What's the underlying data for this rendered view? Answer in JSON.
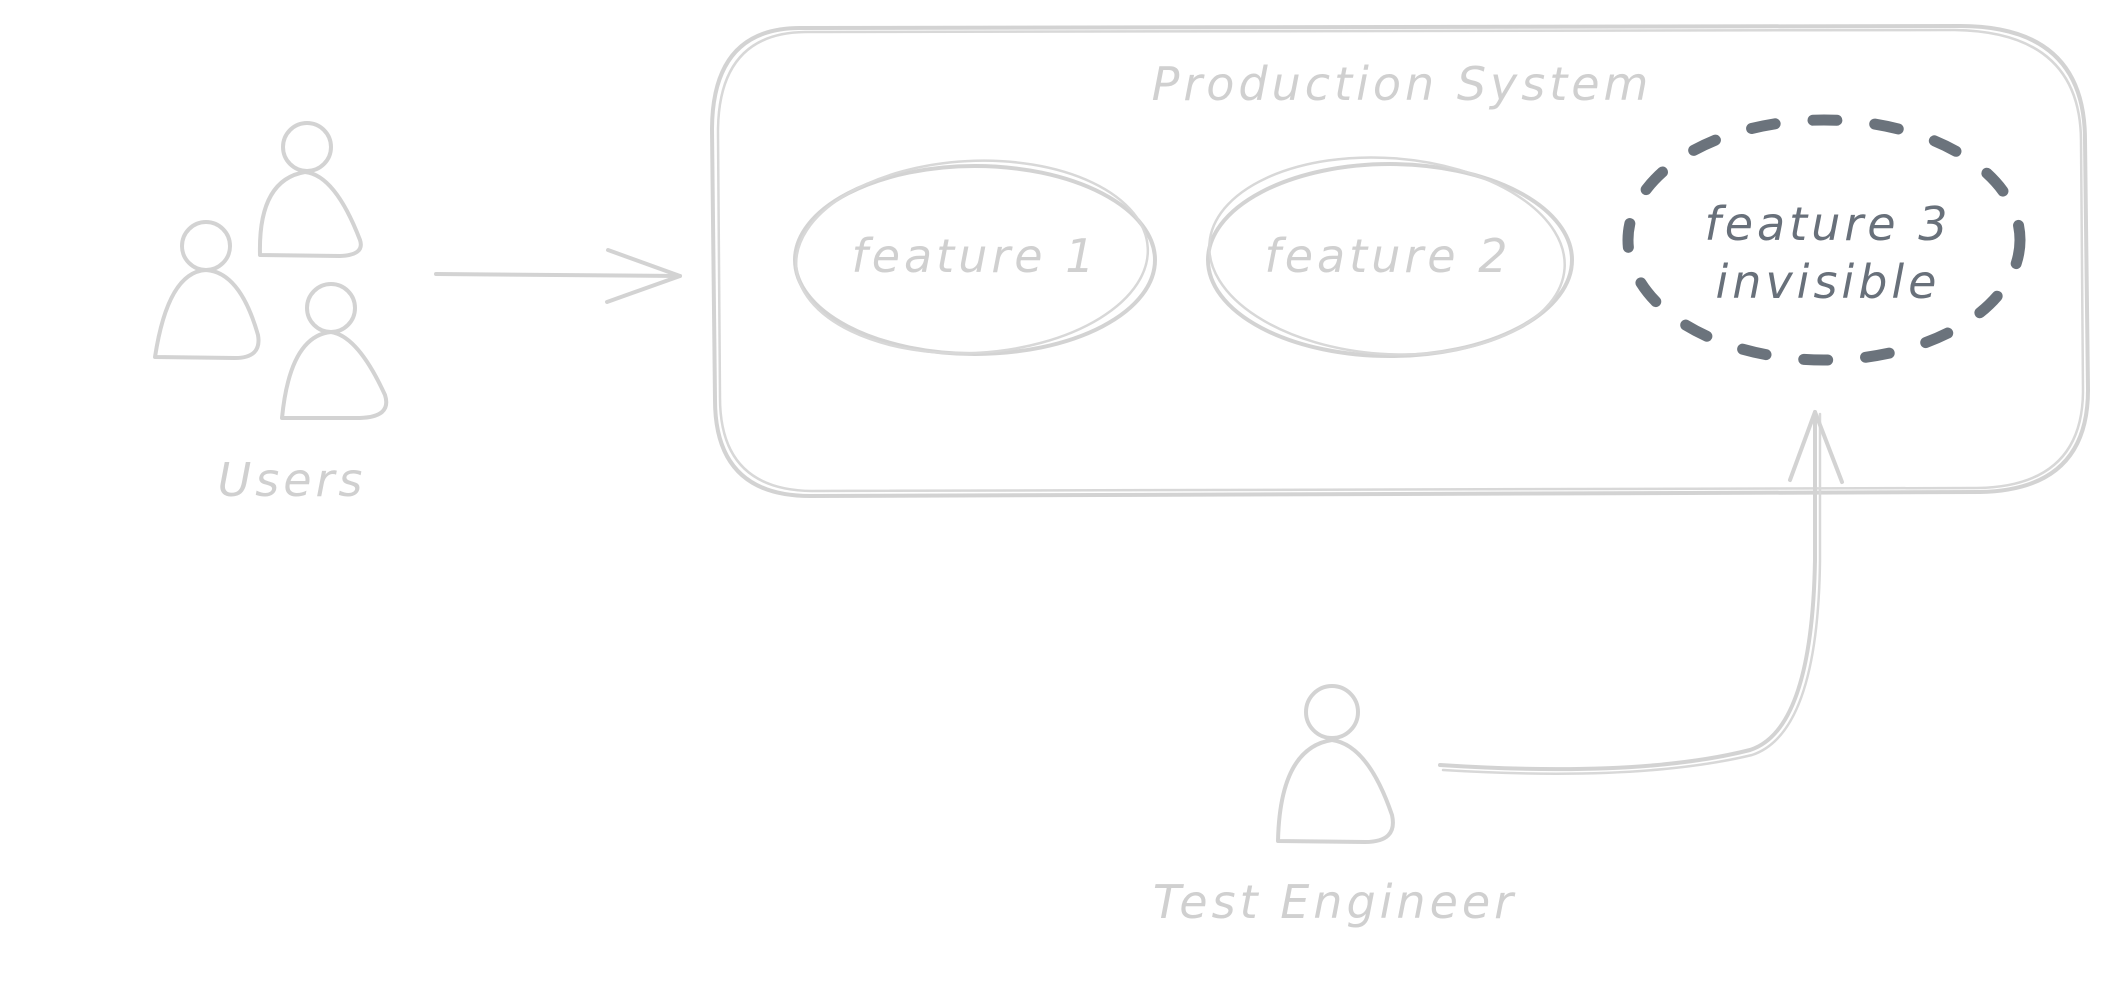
{
  "diagram": {
    "system_title": "Production System",
    "features": [
      {
        "id": "feature-1",
        "label": "feature 1",
        "visible": true
      },
      {
        "id": "feature-2",
        "label": "feature 2",
        "visible": true
      },
      {
        "id": "feature-3",
        "label_line1": "feature 3",
        "label_line2": "invisible",
        "visible": false
      }
    ],
    "actors": {
      "users_label": "Users",
      "test_engineer_label": "Test Engineer"
    },
    "colors": {
      "light": "#d3d3d3",
      "dark": "#6b737c"
    }
  }
}
